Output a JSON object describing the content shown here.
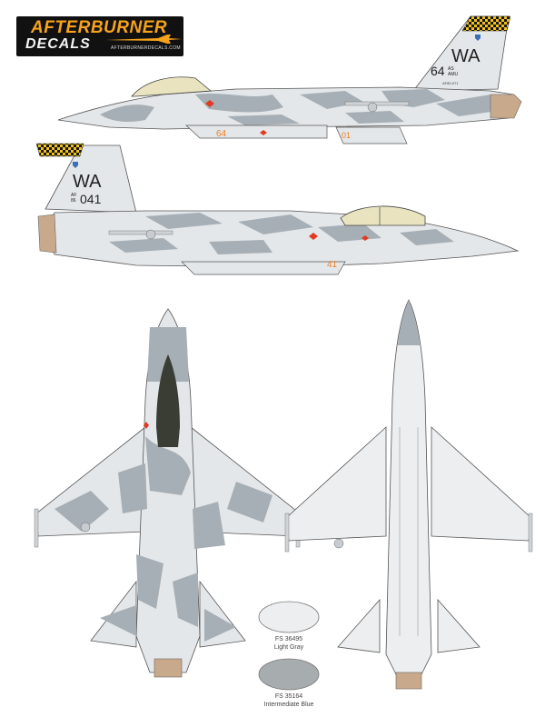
{
  "brand": {
    "line1": "AFTERBURNER",
    "line2": "DECALS",
    "url": "AFTERBURNERDECALS.COM"
  },
  "profile_top": {
    "tail_code": "WA",
    "unit": "64",
    "unit_sub1": "AS",
    "unit_sub2": "AMU",
    "serial_small": "AF80-071",
    "modex_intake": "64",
    "modex_gear": "01"
  },
  "profile_bottom": {
    "tail_code": "WA",
    "serial_prefix1": "AF",
    "serial_prefix2": "86",
    "serial": "041",
    "modex_gear": "41"
  },
  "swatches": [
    {
      "fs": "FS 36495",
      "name": "Light Gray",
      "color": "#eceef0"
    },
    {
      "fs": "FS 35164",
      "name": "Intermediate Blue",
      "color": "#a7acaf"
    }
  ],
  "colors": {
    "light_gray": "#e4e7ea",
    "camo_blue": "#a6afb5",
    "canopy_dark": "#3a3d34",
    "checker_yellow": "#f2c21a",
    "checker_black": "#151515",
    "modex_orange": "#ef7e1e",
    "nozzle_tan": "#c9a98b"
  }
}
